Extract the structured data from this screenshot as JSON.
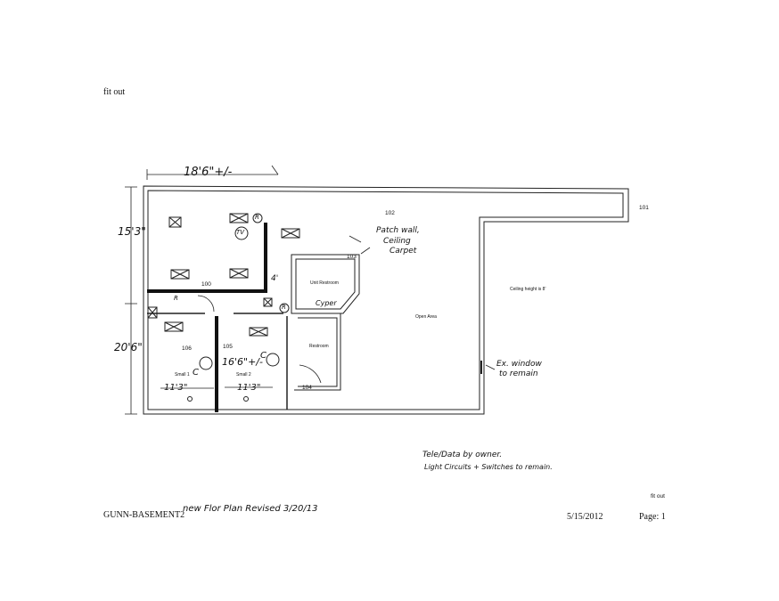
{
  "header": {
    "title": "fit out"
  },
  "footer": {
    "doc_name": "GUNN-BASEMENT2",
    "handwritten_revision": "new Flor Plan Revised 3/20/13",
    "date": "5/15/2012",
    "page": "Page: 1",
    "small_label": "fit out"
  },
  "plan": {
    "rooms": {
      "r101": "101",
      "r102": "102",
      "r103": "103",
      "r104": "104",
      "r105": "105",
      "r106": "106"
    },
    "labels": {
      "ceiling_height": "Ceiling height is 8'",
      "open_area": "Open Area",
      "restroom": "Restroom",
      "unit_restroom": "Unit Restroom",
      "small_1": "Small 1",
      "small_2": "Small 2",
      "s100": "100"
    },
    "dimensions": {
      "top_left": "18'6\"+/-",
      "left_upper": "15'3\"",
      "left_lower": "20'6\"",
      "mid_office": "16'6\"+/-",
      "left_office_width": "11'3\"",
      "right_office_width": "11'3\"",
      "open_door_top": "4'"
    },
    "notes": {
      "patch_wall_1": "Patch wall,",
      "patch_wall_2": "Ceiling",
      "patch_wall_3": "Carpet",
      "window_1": "Ex. window",
      "window_2": "to remain",
      "tel_data": "Tele/Data by owner.",
      "lights": "Light Circuits + Switches to remain.",
      "cyper": "Cyper"
    },
    "marks": {
      "r": "R",
      "tv": "TV",
      "c": "C"
    }
  }
}
